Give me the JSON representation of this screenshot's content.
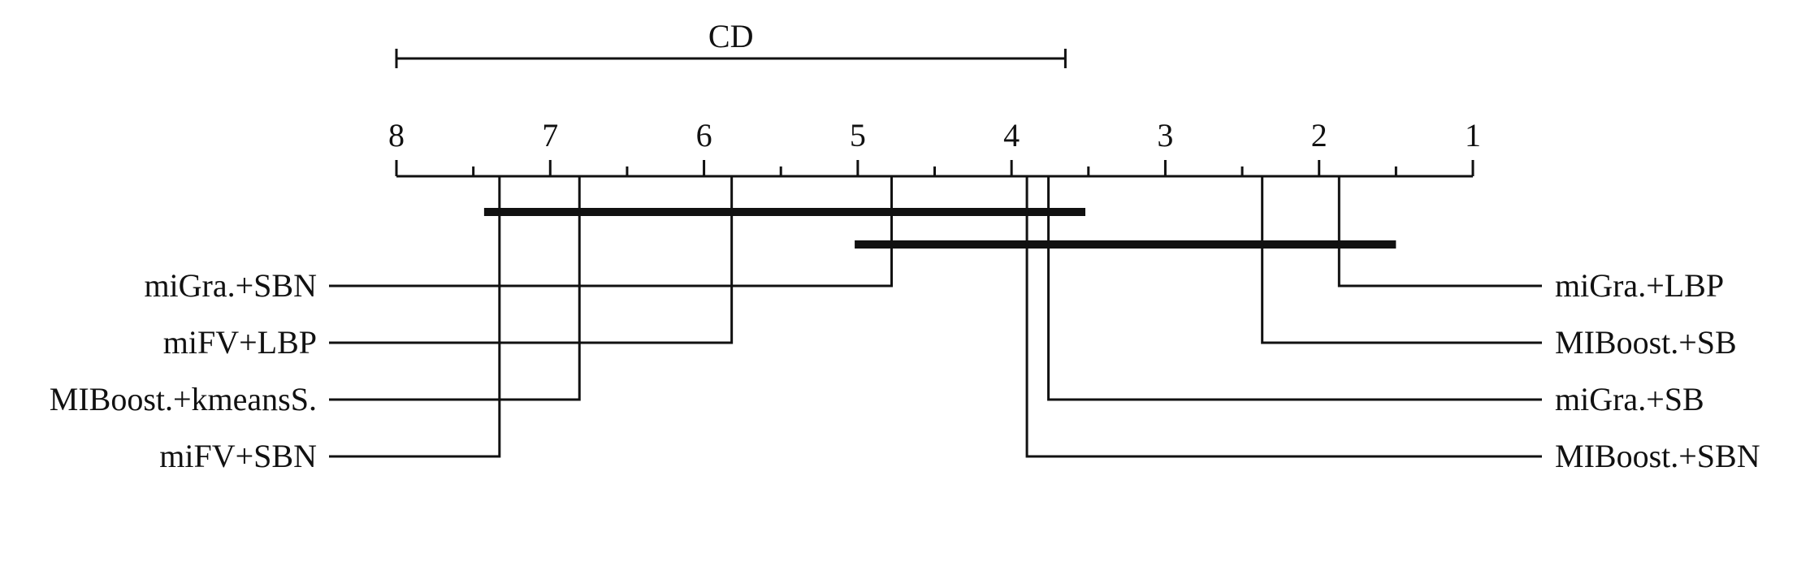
{
  "chart_data": {
    "type": "critical-difference-diagram",
    "cd_label": "CD",
    "cd_value": 4.35,
    "axis": {
      "min": 1,
      "max": 8,
      "ticks": [
        8,
        7,
        6,
        5,
        4,
        3,
        2,
        1
      ],
      "tick_labels": [
        "8",
        "7",
        "6",
        "5",
        "4",
        "3",
        "2",
        "1"
      ],
      "reversed": true
    },
    "methods_left": [
      {
        "name": "miGra.+SBN",
        "rank": 4.78
      },
      {
        "name": "miFV+LBP",
        "rank": 5.82
      },
      {
        "name": "MIBoost.+kmeansS.",
        "rank": 6.81
      },
      {
        "name": "miFV+SBN",
        "rank": 7.33
      }
    ],
    "methods_right": [
      {
        "name": "miGra.+LBP",
        "rank": 1.87
      },
      {
        "name": "MIBoost.+SB",
        "rank": 2.37
      },
      {
        "name": "miGra.+SB",
        "rank": 3.76
      },
      {
        "name": "MIBoost.+SBN",
        "rank": 3.9
      }
    ],
    "cliques": [
      {
        "from": 7.43,
        "to": 3.52
      },
      {
        "from": 5.02,
        "to": 1.5
      }
    ]
  }
}
